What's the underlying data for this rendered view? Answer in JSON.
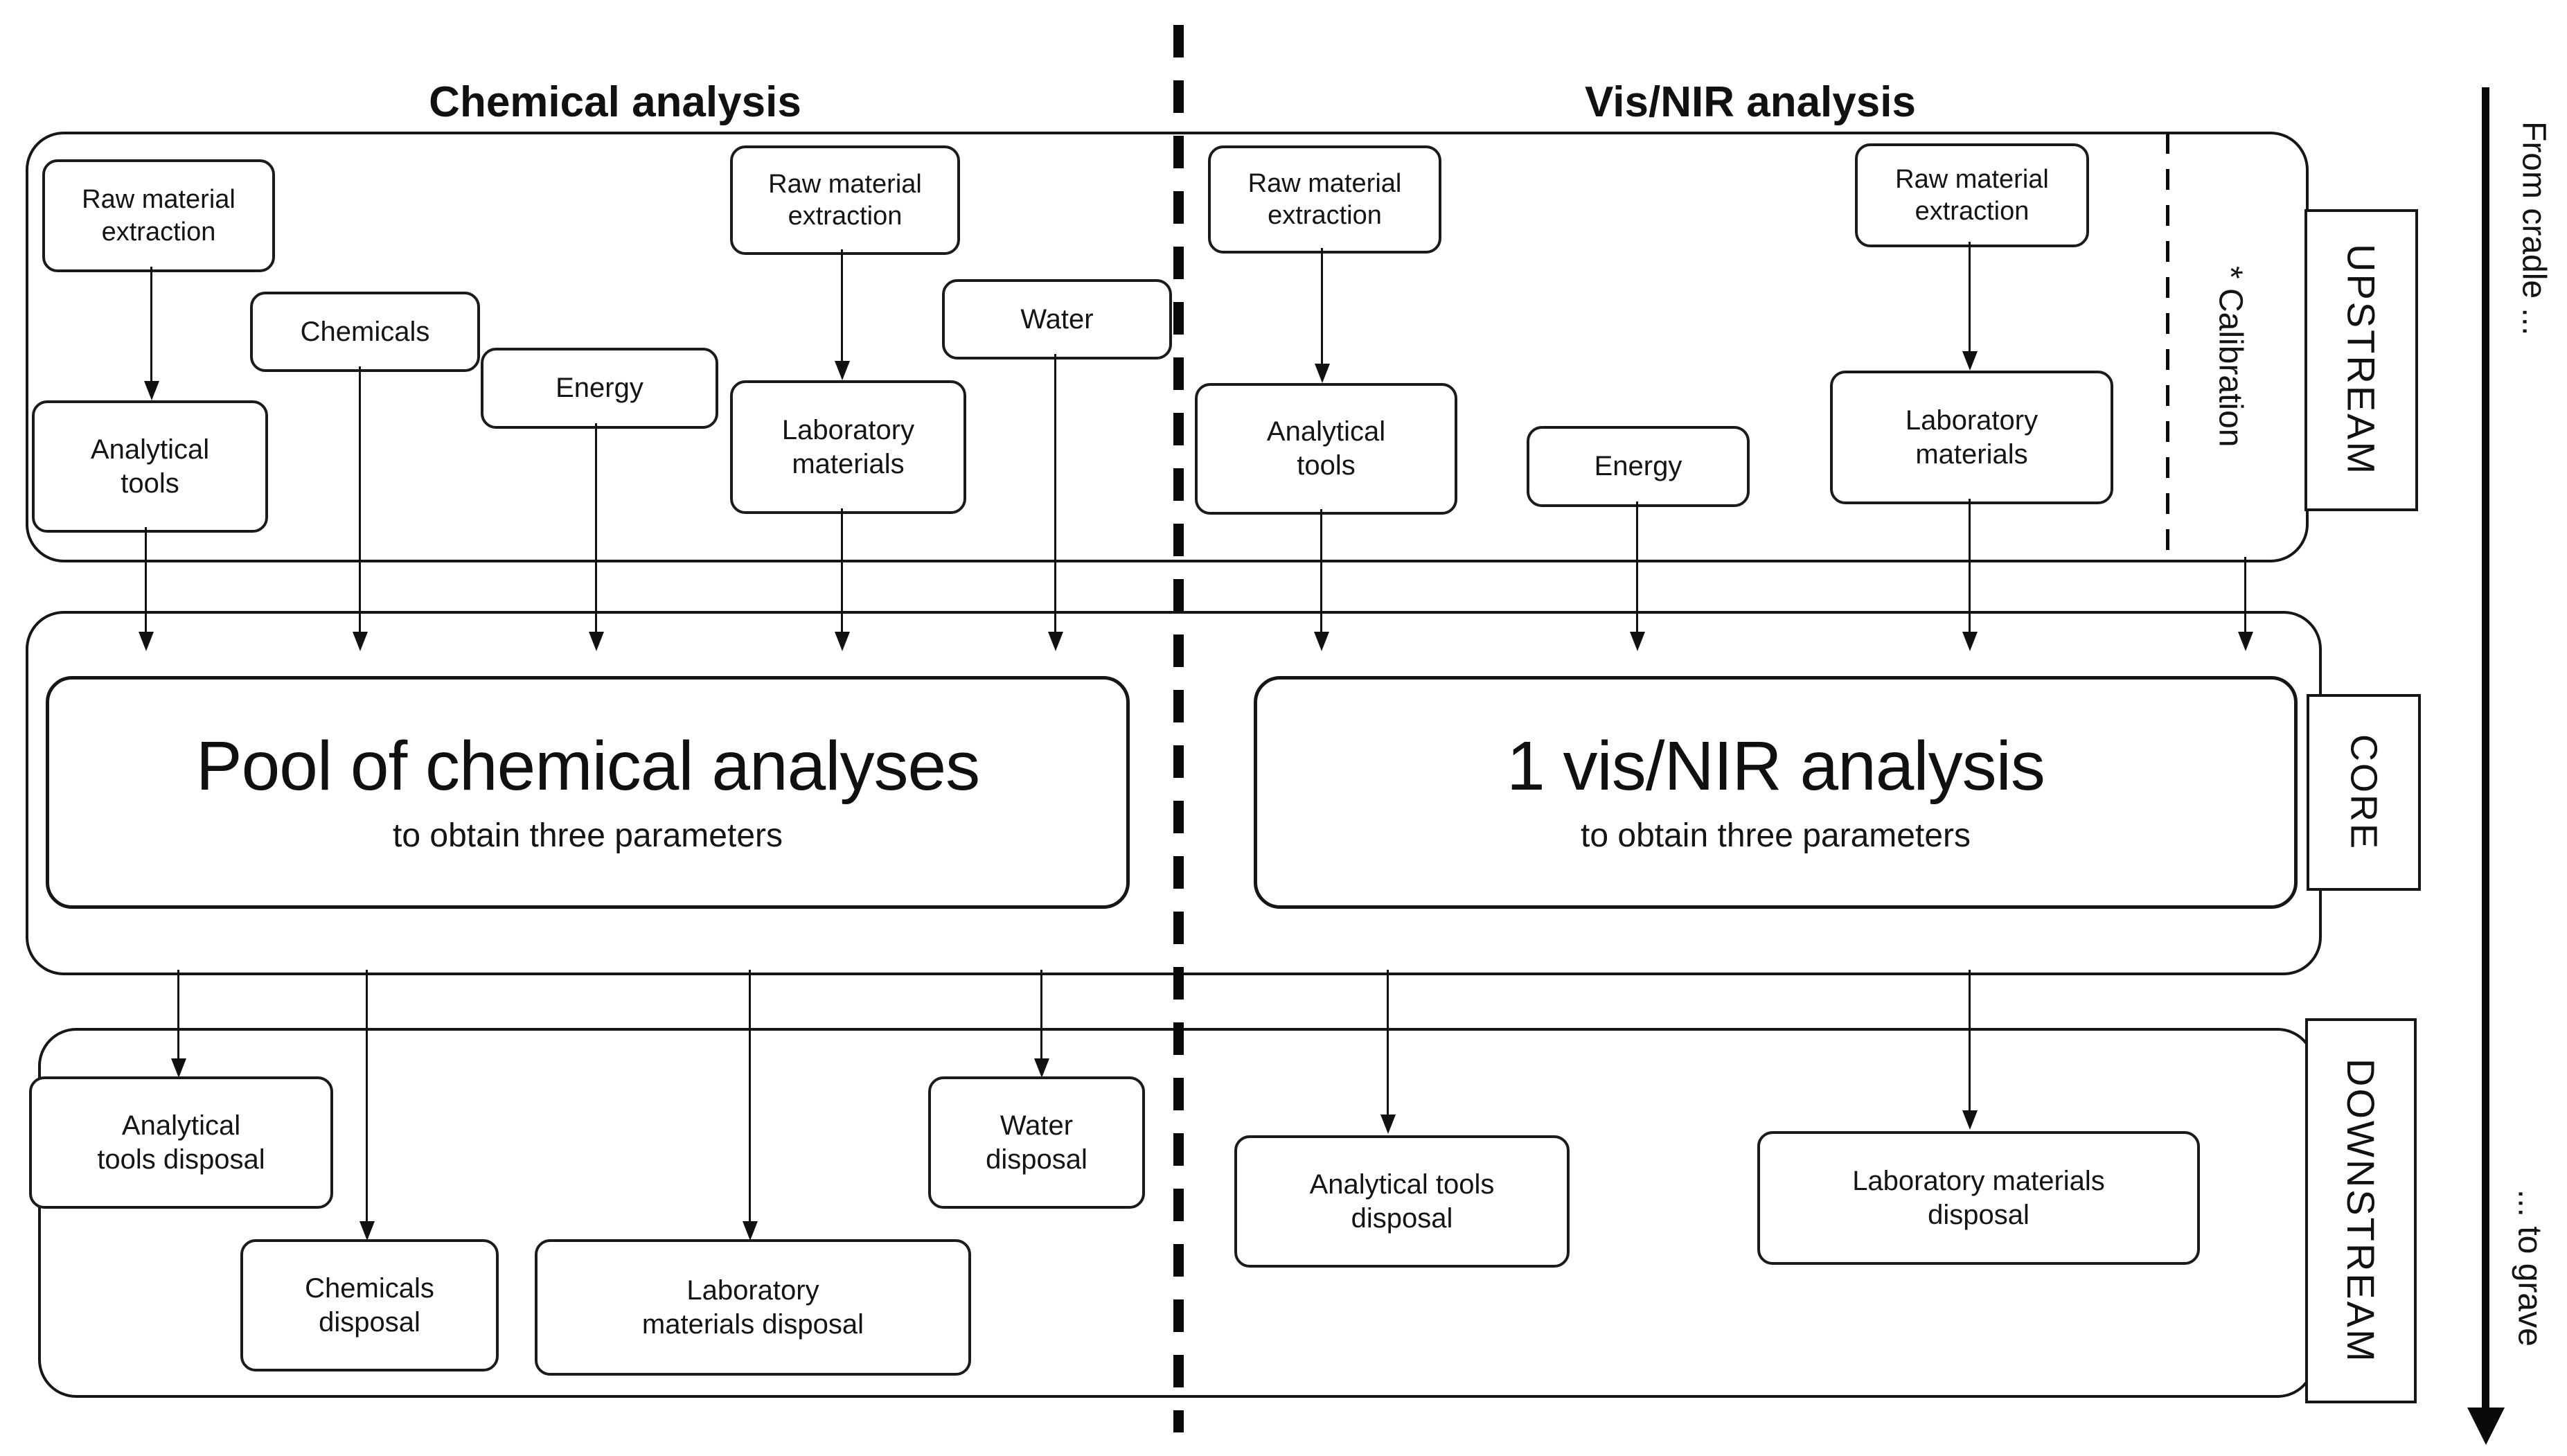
{
  "headers": {
    "left": "Chemical analysis",
    "right": "Vis/NIR analysis"
  },
  "stage_labels": {
    "upstream": "UPSTREAM",
    "core": "CORE",
    "downstream": "DOWNSTREAM"
  },
  "flow_labels": {
    "top": "From cradle ...",
    "bottom": "... to grave"
  },
  "calibration_label": "* Calibration",
  "chemical": {
    "upstream": {
      "raw_material_1": "Raw material\nextraction",
      "analytical_tools": "Analytical\ntools",
      "chemicals": "Chemicals",
      "energy": "Energy",
      "raw_material_2": "Raw material\nextraction",
      "laboratory_materials": "Laboratory\nmaterials",
      "water": "Water"
    },
    "core": {
      "title": "Pool of chemical analyses",
      "subtitle": "to obtain three parameters"
    },
    "downstream": {
      "analytical_tools_disposal": "Analytical\ntools disposal",
      "chemicals_disposal": "Chemicals\ndisposal",
      "laboratory_materials_disposal": "Laboratory\nmaterials disposal",
      "water_disposal": "Water\ndisposal"
    }
  },
  "visnir": {
    "upstream": {
      "raw_material_1": "Raw material\nextraction",
      "analytical_tools": "Analytical\ntools",
      "energy": "Energy",
      "raw_material_2": "Raw material\nextraction",
      "laboratory_materials": "Laboratory\nmaterials"
    },
    "core": {
      "title": "1 vis/NIR analysis",
      "subtitle": "to obtain three parameters"
    },
    "downstream": {
      "analytical_tools_disposal": "Analytical tools\ndisposal",
      "laboratory_materials_disposal": "Laboratory materials\ndisposal"
    }
  }
}
